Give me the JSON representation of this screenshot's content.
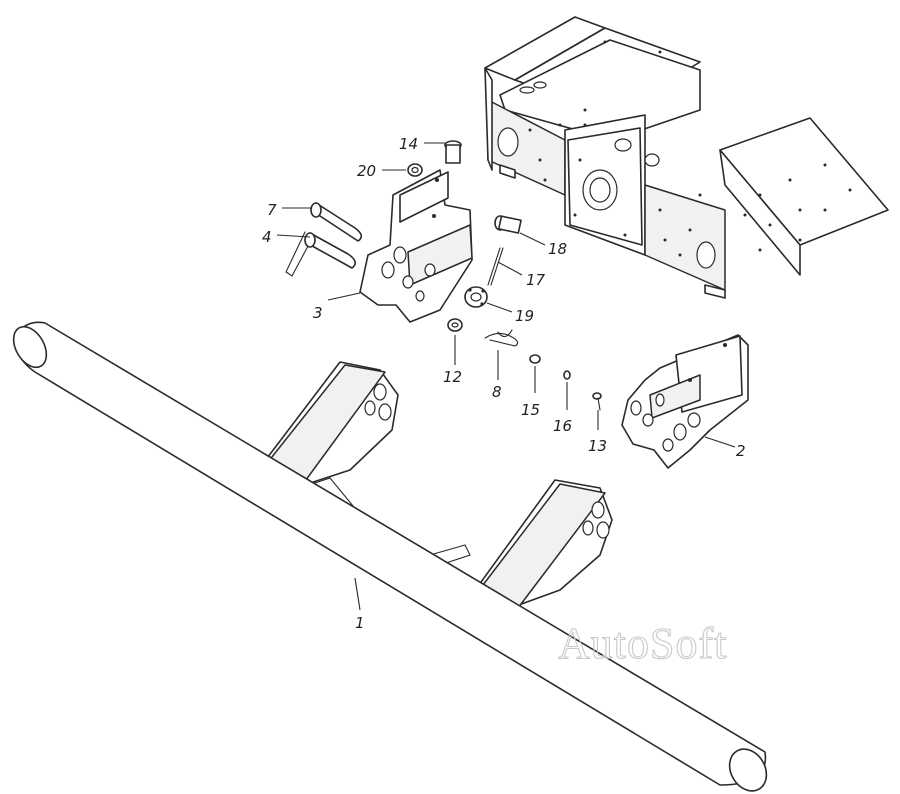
{
  "callouts": [
    {
      "id": "c1",
      "label": "1"
    },
    {
      "id": "c2",
      "label": "2"
    },
    {
      "id": "c3",
      "label": "3"
    },
    {
      "id": "c4",
      "label": "4"
    },
    {
      "id": "c7",
      "label": "7"
    },
    {
      "id": "c8",
      "label": "8"
    },
    {
      "id": "c12",
      "label": "12"
    },
    {
      "id": "c13",
      "label": "13"
    },
    {
      "id": "c14",
      "label": "14"
    },
    {
      "id": "c15",
      "label": "15"
    },
    {
      "id": "c16",
      "label": "16"
    },
    {
      "id": "c17",
      "label": "17"
    },
    {
      "id": "c18",
      "label": "18"
    },
    {
      "id": "c19",
      "label": "19"
    },
    {
      "id": "c20",
      "label": "20"
    }
  ],
  "watermark": "AutoSoft"
}
